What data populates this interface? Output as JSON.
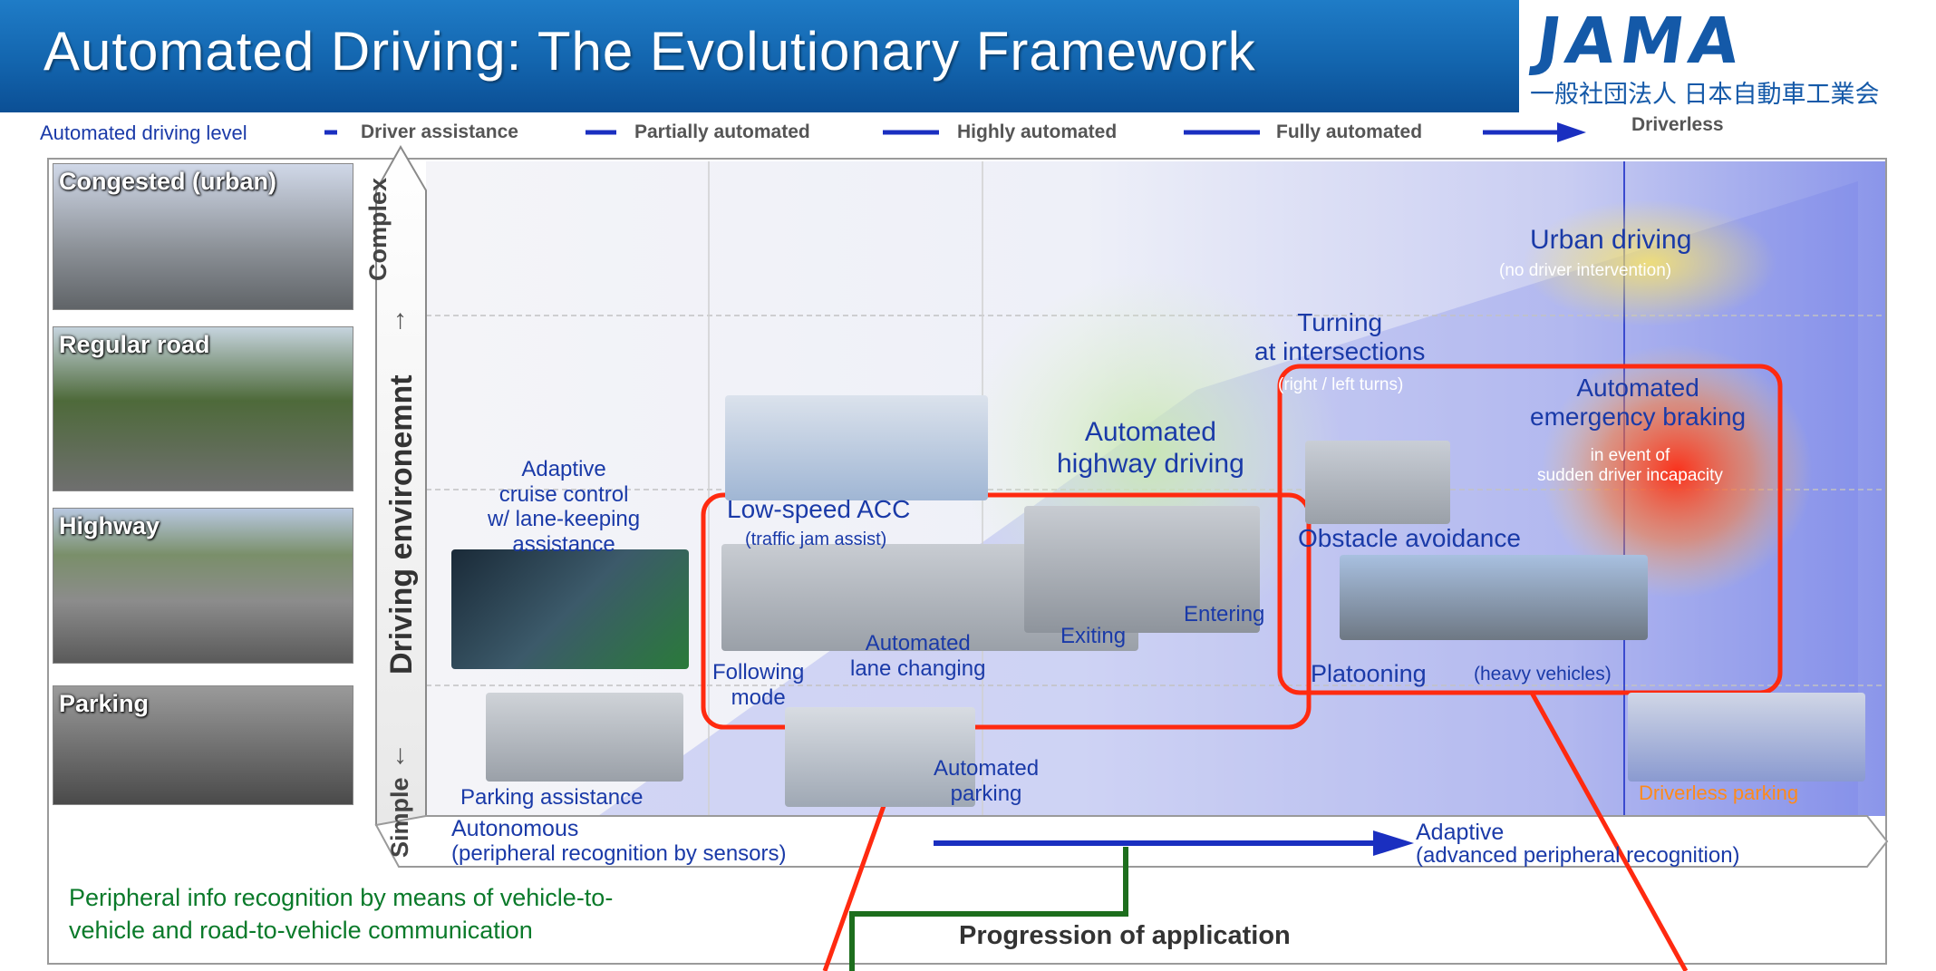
{
  "header": {
    "title": "Automated Driving: The Evolutionary Framework",
    "logo_mark": "JAMA",
    "logo_subtitle": "一般社団法人 日本自動車工業会"
  },
  "levels": {
    "label": "Automated driving level",
    "items": [
      "Driver assistance",
      "Partially automated",
      "Highly automated",
      "Fully automated",
      "Driverless"
    ]
  },
  "environments": {
    "axis_label": "Driving environemnt",
    "complex": "Complex",
    "simple": "Simple",
    "rows": [
      "Congested (urban)",
      "Regular road",
      "Highway",
      "Parking"
    ]
  },
  "features": {
    "acc": "Adaptive\ncruise control\nw/ lane-keeping\nassistance",
    "low_speed_acc": "Low-speed ACC",
    "traffic_jam": "(traffic jam assist)",
    "following": "Following\nmode",
    "lane_changing": "Automated\nlane changing",
    "exiting": "Exiting",
    "entering": "Entering",
    "highway_driving": "Automated\nhighway driving",
    "turning": "Turning\nat intersections",
    "turns_sub": "(right / left turns)",
    "urban": "Urban driving",
    "urban_sub": "(no driver intervention)",
    "emergency": "Automated\nemergency braking",
    "emergency_sub": "in event of\nsudden driver incapacity",
    "obstacle": "Obstacle avoidance",
    "platooning": "Platooning",
    "platooning_sub": "(heavy vehicles)",
    "parking_assist": "Parking assistance",
    "auto_parking": "Automated\nparking",
    "driverless_parking": "Driverless parking"
  },
  "bottom": {
    "autonomous": "Autonomous",
    "autonomous_sub": "(peripheral recognition by sensors)",
    "adaptive": "Adaptive",
    "adaptive_sub": "(advanced peripheral recognition)",
    "v2x": "Peripheral info recognition by means of vehicle-to-\nvehicle and road-to-vehicle communication",
    "progression": "Progression of application"
  },
  "colors": {
    "header_blue": "#1365ae",
    "text_blue": "#1a3aa8",
    "highlight_red": "#ff2a10",
    "arrow_blue": "#1a2fc0",
    "arrow_green": "#1d6e1d"
  }
}
